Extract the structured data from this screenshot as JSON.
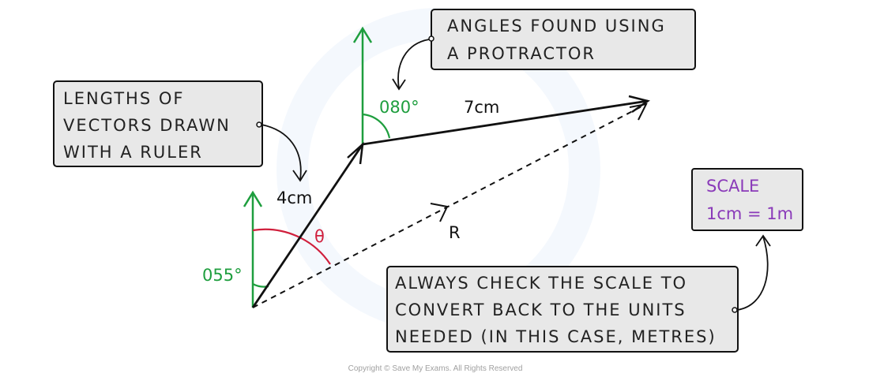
{
  "callouts": {
    "protractor": {
      "lines": [
        "ANGLES FOUND USING",
        "A PROTRACTOR"
      ]
    },
    "ruler": {
      "lines": [
        "LENGTHS OF",
        "VECTORS DRAWN",
        "WITH A RULER"
      ]
    },
    "scale": {
      "lines": [
        "SCALE",
        "1cm = 1m"
      ]
    },
    "units": {
      "lines": [
        "ALWAYS CHECK THE SCALE TO",
        "CONVERT BACK TO THE UNITS",
        "NEEDED (IN THIS CASE, METRES)"
      ]
    }
  },
  "labels": {
    "vector1_length": "4cm",
    "vector2_length": "7cm",
    "resultant": "R",
    "theta": "θ",
    "bearing1": "055°",
    "bearing2": "080°"
  },
  "footer": {
    "copyright": "Copyright © Save My Exams. All Rights Reserved"
  },
  "colors": {
    "north_arrow": "#1e9e3e",
    "theta": "#d01f3c",
    "scale_text": "#8a3ab9",
    "box_fill": "#e8e8e8",
    "ink": "#111111"
  }
}
